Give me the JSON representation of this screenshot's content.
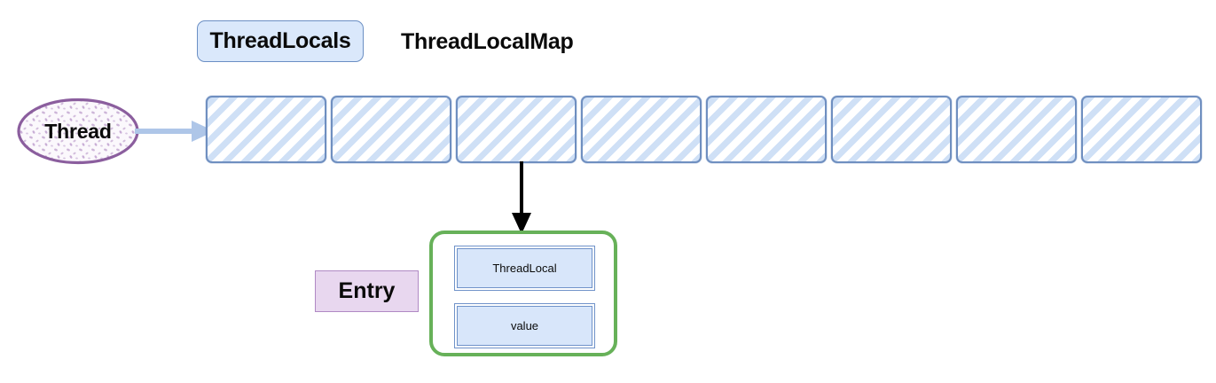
{
  "diagram": {
    "title_labels": {
      "threadlocals": "ThreadLocals",
      "threadlocalmap": "ThreadLocalMap",
      "entry": "Entry"
    },
    "thread_node": {
      "label": "Thread",
      "shape": "ellipse",
      "border_color": "#8b5e9e",
      "fill_texture": "speckled-lavender"
    },
    "connector_blue": {
      "name": "thread-to-map-arrow",
      "color": "#aec6e8",
      "direction": "right"
    },
    "connector_black": {
      "name": "cell-to-entry-arrow",
      "color": "#000000",
      "direction": "down",
      "from_cell_index": 2
    },
    "map_array": {
      "cell_count": 8,
      "cell_fill": "#cfe0f6",
      "cell_border": "#6f8fc0",
      "hatch_style": "diagonal-stripes",
      "cells": [
        {
          "index": 0,
          "label": ""
        },
        {
          "index": 1,
          "label": ""
        },
        {
          "index": 2,
          "label": ""
        },
        {
          "index": 3,
          "label": ""
        },
        {
          "index": 4,
          "label": ""
        },
        {
          "index": 5,
          "label": ""
        },
        {
          "index": 6,
          "label": ""
        },
        {
          "index": 7,
          "label": ""
        }
      ]
    },
    "entry_node": {
      "border_color": "#67b159",
      "fields": [
        {
          "name": "threadlocal-field",
          "label": "ThreadLocal"
        },
        {
          "name": "value-field",
          "label": "value"
        }
      ]
    },
    "colors": {
      "label_box_fill": "#dae8fb",
      "label_box_border": "#6b8fc4",
      "entry_label_fill": "#e8d7ef",
      "entry_label_border": "#b089c4",
      "green_border": "#67b159",
      "purple_border": "#8b5e9e",
      "blue_arrow": "#aec6e8",
      "text": "#0a0a0a",
      "background": "#ffffff"
    }
  }
}
